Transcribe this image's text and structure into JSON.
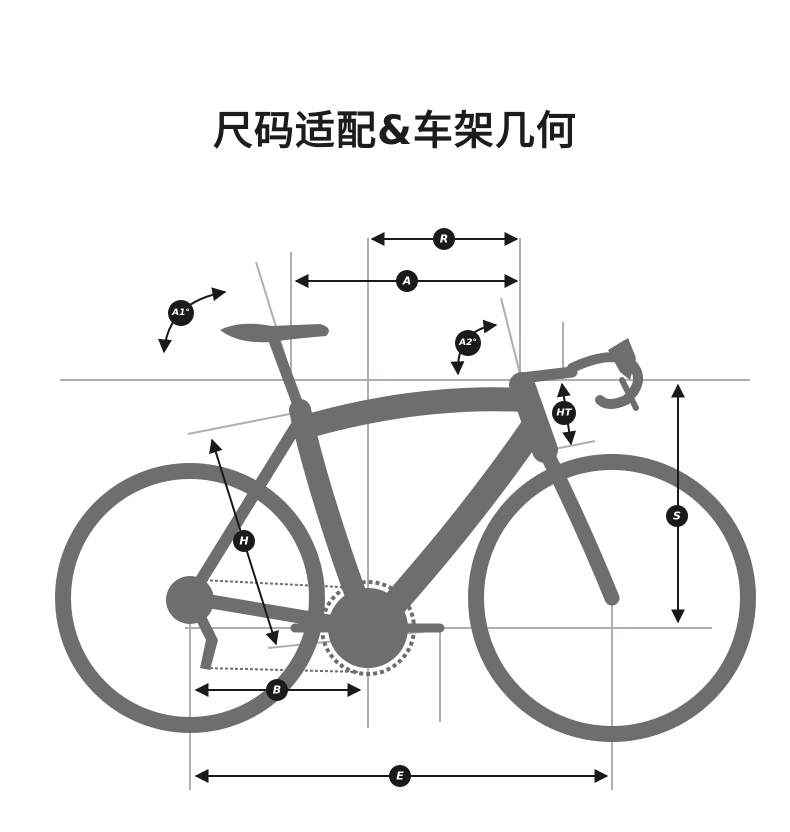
{
  "title": "尺码适配&车架几何",
  "colors": {
    "frame": "#6e6e6e",
    "guide": "#b4adac",
    "dimension": "#1a1a1a"
  },
  "labels": {
    "R": "R",
    "A": "A",
    "A1": "A1°",
    "A2": "A2°",
    "HT": "HT",
    "H": "H",
    "S": "S",
    "B": "B",
    "E": "E"
  }
}
